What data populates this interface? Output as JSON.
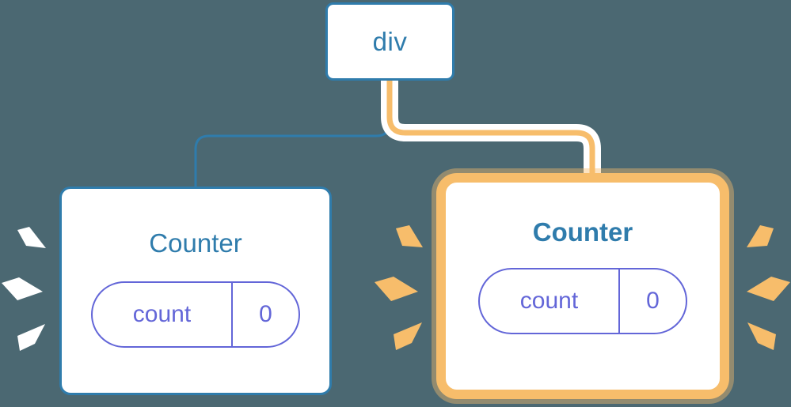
{
  "diagram": {
    "title": "React component re-render highlight diagram",
    "background_color": "#4b6872"
  },
  "colors": {
    "blue": "#2f7cac",
    "orange": "#f7bd6b",
    "orange_halo": "#fbd9a6",
    "indigo": "#6366d8",
    "white": "#ffffff"
  },
  "nodes": {
    "root": {
      "label": "div",
      "state": "normal",
      "border_color": "#2f7cac"
    },
    "counter_left": {
      "label": "Counter",
      "state": "normal",
      "border_color": "#2f7cac",
      "highlight_ray_color": "#ffffff",
      "state_pill": {
        "key": "count",
        "value": "0",
        "color": "#6366d8"
      }
    },
    "counter_right": {
      "label": "Counter",
      "state": "highlighted",
      "border_color": "#f7bd6b",
      "highlight_ray_color": "#f7bd6b",
      "state_pill": {
        "key": "count",
        "value": "0",
        "color": "#6366d8"
      }
    }
  },
  "edges": [
    {
      "name": "div-to-counter-left",
      "from": "root",
      "to": "counter_left",
      "color": "#2f7cac",
      "style": "elbow"
    },
    {
      "name": "div-to-counter-right",
      "from": "root",
      "to": "counter_right",
      "color": "#f7bd6b",
      "style": "elbow-highlighted"
    }
  ]
}
